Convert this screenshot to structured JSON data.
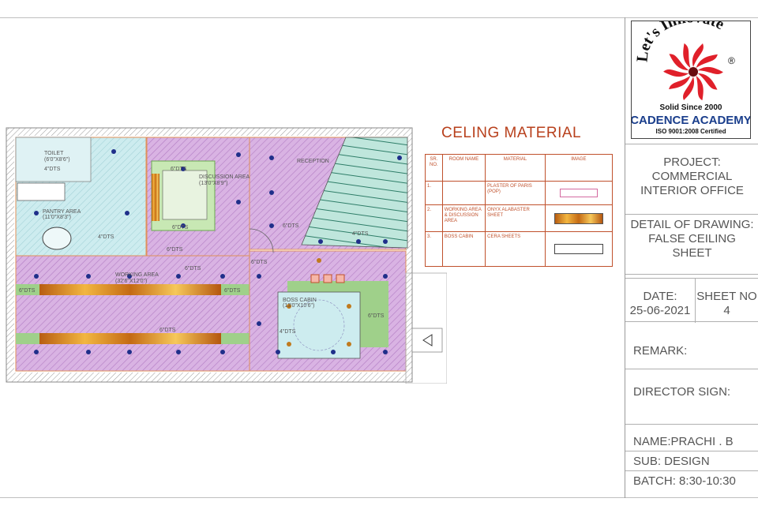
{
  "material_section": {
    "title": "CELING MATERIAL",
    "headers": [
      "SR. NO.",
      "ROOM NAME",
      "MATERIAL",
      "IMAGE"
    ],
    "rows": [
      {
        "sr": "1.",
        "room": "",
        "material": "PLASTER OF PARIS (POP)",
        "swatch": "pink-outline"
      },
      {
        "sr": "2.",
        "room": "WORKING AREA & DISCUSSION AREA",
        "material": "ONYX ALABASTER SHEET",
        "swatch": "onyx"
      },
      {
        "sr": "3.",
        "room": "BOSS CABIN",
        "material": "CERA SHEETS",
        "swatch": "plain-outline"
      }
    ]
  },
  "logo": {
    "tagline": "Let's Innovate",
    "registered": "®",
    "since": "Solid Since 2000",
    "name": "CADENCE ACADEMY",
    "iso": "ISO 9001:2008 Certified"
  },
  "title_block": {
    "project_label": "PROJECT:",
    "project_line1": "COMMERCIAL",
    "project_line2": "INTERIOR OFFICE",
    "detail_label": "DETAIL OF DRAWING:",
    "detail_line1": "FALSE CEILING",
    "detail_line2": "SHEET",
    "date_label": "DATE:",
    "date_value": "25-06-2021",
    "sheet_label": "SHEET NO",
    "sheet_value": "4",
    "remark": "REMARK:",
    "director_sign": "DIRECTOR SIGN:",
    "name": "NAME:PRACHI . B",
    "sub": "SUB: DESIGN",
    "batch": "BATCH: 8:30-10:30"
  },
  "plan_labels": {
    "toilet": "TOILET",
    "toilet_size": "(6'0\"X8'6\")",
    "pantry": "PANTRY AREA",
    "pantry_size": "(11'0\"X8'3\")",
    "discussion": "DISCUSSION AREA",
    "discussion_size": "(13'0\"X8'9\")",
    "reception": "RECEPTION",
    "working": "WORKING AREA",
    "working_size": "(32'6\"X12'0\")",
    "boss": "BOSS CABIN",
    "boss_size": "(13'0\"X10'6\")",
    "dts_4_a": "4\"DTS",
    "dts_4_b": "4\"DTS",
    "dts_4_c": "4\"DTS",
    "dts_6_a": "6\"DTS",
    "dts_6_b": "6\"DTS",
    "dts_6_c": "6\"DTS",
    "dts_6_d": "6\"DTS",
    "dts_6_e": "6\"DTS",
    "dts_6_f": "6\"DTS",
    "dts_6_g": "6\"DTS",
    "dts_6_h": "6\"DTS",
    "dts_6_i": "6\"DTS",
    "dts_6_j": "6\"DTS",
    "dts_4_d": "4\"DTS"
  },
  "colors": {
    "accent_red": "#c0512c",
    "logo_red": "#e0202a",
    "logo_blue": "#1a3e8c",
    "purple": "#c89ad6",
    "cyan": "#a8dde0",
    "green": "#9fd08a",
    "dot": "#1f2f8a",
    "onyx": "#e09a1e"
  }
}
